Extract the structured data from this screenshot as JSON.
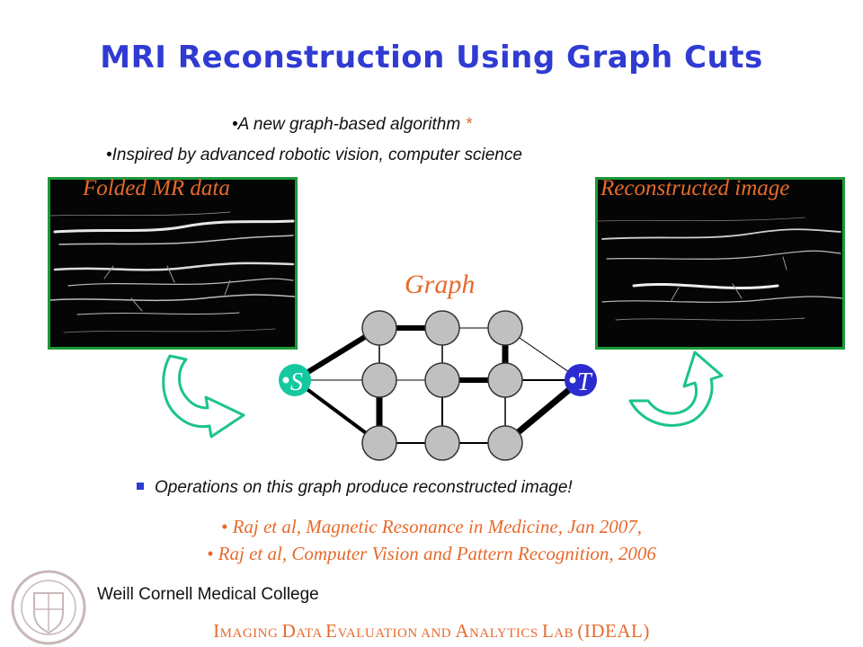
{
  "slide": {
    "title": "MRI Reconstruction Using Graph Cuts",
    "bullets": [
      {
        "text": "A new graph-based algorithm ",
        "star": "*"
      },
      {
        "text": "Inspired by advanced robotic vision, computer science"
      }
    ],
    "left_image_label": "Folded MR data",
    "right_image_label": "Reconstructed image",
    "graph_label": "Graph",
    "source_node_label": "S",
    "sink_node_label": "T",
    "operations_text": "Operations on this graph produce reconstructed image!",
    "references": [
      "• Raj et al, Magnetic Resonance in Medicine, Jan 2007,",
      "• Raj et al, Computer Vision and Pattern Recognition, 2006"
    ],
    "college_name": "Weill Cornell Medical College",
    "lab_name": {
      "parts": [
        {
          "big": "I",
          "small": "MAGING "
        },
        {
          "big": "D",
          "small": "ATA "
        },
        {
          "big": "E",
          "small": "VALUATION AND "
        },
        {
          "big": "A",
          "small": "NALYTICS "
        },
        {
          "big": "L",
          "small": "AB "
        }
      ],
      "suffix": "(IDEAL)"
    }
  },
  "colors": {
    "title": "#2f3bd2",
    "accent_orange": "#e66a2c",
    "image_border": "#1a9a38",
    "source_node": "#14c8a0",
    "sink_node": "#2b2bd0",
    "grid_node": "#c0c0c0",
    "arrow": "#1cc38f"
  }
}
